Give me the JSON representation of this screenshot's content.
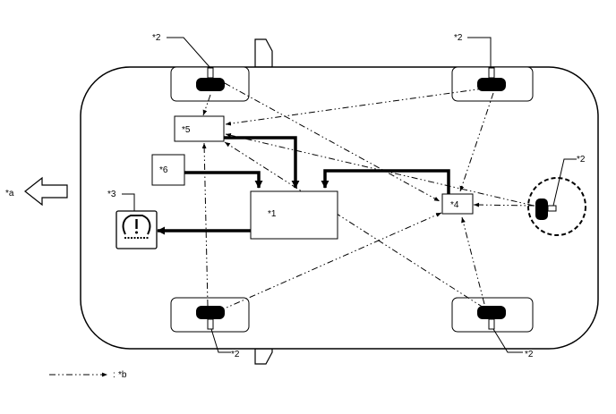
{
  "labels": {
    "ecu": "*1",
    "sensor": "*2",
    "warning_light": "*3",
    "receiver": "*4",
    "unit5": "*5",
    "unit6": "*6",
    "front_arrow": "*a",
    "legend": "*b"
  },
  "legend": {
    "line_style": "dash-dot-dot arrow",
    "separator": ":"
  },
  "icons": {
    "tpms_warning": "tire-pressure-warning-icon"
  }
}
